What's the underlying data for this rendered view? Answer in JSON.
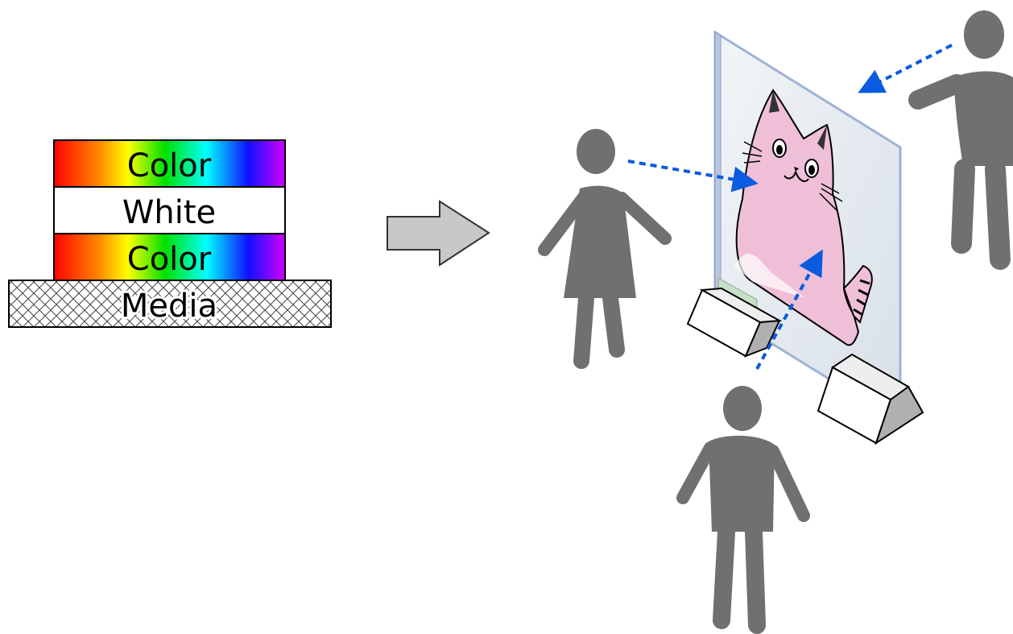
{
  "layer_stack": {
    "layers": [
      {
        "label": "Color",
        "kind": "rainbow"
      },
      {
        "label": "White",
        "kind": "white"
      },
      {
        "label": "Color",
        "kind": "rainbow"
      },
      {
        "label": "Media",
        "kind": "hatched"
      }
    ],
    "rainbow_colors": [
      "#ff0000",
      "#ff8000",
      "#ffff00",
      "#00ff00",
      "#00ffff",
      "#0000ff",
      "#cc00ff"
    ]
  },
  "arrow": {
    "fill": "#c8c8c8",
    "stroke": "#333333"
  },
  "scene": {
    "person_color": "#707070",
    "sight_line_color": "#0a5be0",
    "panel_tint": "#e4eaef",
    "panel_edge": "#9fb2d6",
    "cat_color": "#efbfd7",
    "stand_shadow": "#b0b0b0"
  }
}
